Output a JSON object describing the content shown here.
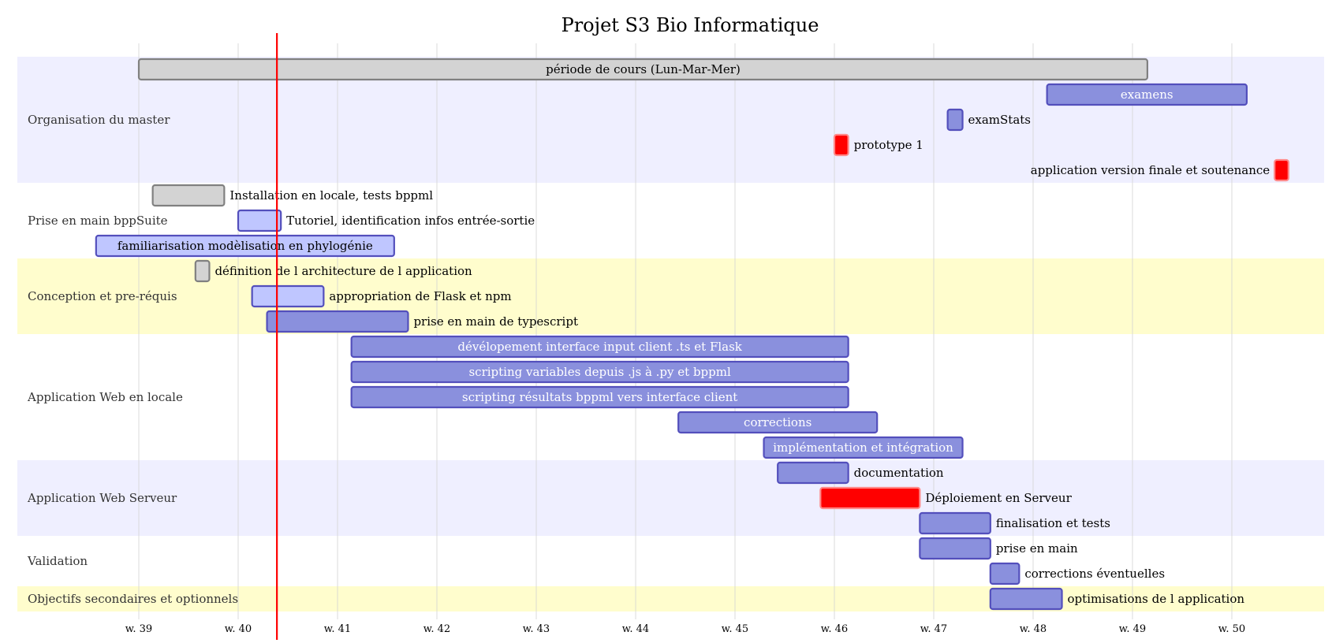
{
  "chart_data": {
    "type": "gantt",
    "title": "Projet S3 Bio Informatique",
    "x_axis": {
      "unit": "week",
      "ticks": [
        "w. 39",
        "w. 40",
        "w. 41",
        "w. 42",
        "w. 43",
        "w. 44",
        "w. 45",
        "w. 46",
        "w. 47",
        "w. 48",
        "w. 49",
        "w. 50"
      ],
      "tick_values": [
        39,
        40,
        41,
        42,
        43,
        44,
        45,
        46,
        47,
        48,
        49,
        50
      ],
      "range": [
        37.77,
        51.0
      ]
    },
    "today_marker_week": 40.39,
    "colors": {
      "section_odd": "#efefff",
      "section_even": "#ffffff",
      "section_alt": "#fffdcd",
      "done_fill": "#d3d3d3",
      "done_stroke": "#808080",
      "active_fill": "#bfc6ff",
      "default_fill": "#8a90dd",
      "bar_stroke": "#534fbc",
      "critical_fill": "#ff0000",
      "critical_stroke": "#ff8888",
      "today_line": "#ff0000",
      "grid": "#d3d3d3"
    },
    "sections": [
      {
        "name": "Organisation du master",
        "band": "odd",
        "tasks": [
          {
            "label": "période de cours (Lun-Mar-Mer)",
            "start": 39.0,
            "end": 49.15,
            "status": "done",
            "label_pos": "inside"
          },
          {
            "label": "examens",
            "start": 48.14,
            "end": 50.15,
            "status": "default",
            "label_pos": "inside"
          },
          {
            "label": "examStats",
            "start": 47.14,
            "end": 47.29,
            "status": "default",
            "label_pos": "right"
          },
          {
            "label": "prototype 1",
            "start": 46.0,
            "end": 46.14,
            "status": "crit",
            "label_pos": "right"
          },
          {
            "label": "application version finale et soutenance",
            "start": 50.43,
            "end": 50.57,
            "status": "crit",
            "label_pos": "left"
          }
        ]
      },
      {
        "name": "Prise en main bppSuite",
        "band": "even",
        "tasks": [
          {
            "label": "Installation en locale, tests bppml",
            "start": 39.14,
            "end": 39.86,
            "status": "done",
            "label_pos": "right"
          },
          {
            "label": "Tutoriel, identification infos entrée-sortie",
            "start": 40.0,
            "end": 40.43,
            "status": "active",
            "label_pos": "right"
          },
          {
            "label": "familiarisation modèlisation en phylogénie",
            "start": 38.57,
            "end": 41.57,
            "status": "active",
            "label_pos": "inside"
          }
        ]
      },
      {
        "name": "Conception et pre-réquis",
        "band": "alt",
        "tasks": [
          {
            "label": "définition de l architecture de l application",
            "start": 39.57,
            "end": 39.71,
            "status": "done",
            "label_pos": "right"
          },
          {
            "label": "appropriation de Flask et npm",
            "start": 40.14,
            "end": 40.86,
            "status": "active",
            "label_pos": "right"
          },
          {
            "label": "prise en main de typescript",
            "start": 40.29,
            "end": 41.71,
            "status": "default",
            "label_pos": "right"
          }
        ]
      },
      {
        "name": "Application Web en locale",
        "band": "even",
        "tasks": [
          {
            "label": "dévélopement interface input client .ts et Flask",
            "start": 41.14,
            "end": 46.14,
            "status": "default",
            "label_pos": "inside"
          },
          {
            "label": "scripting variables depuis .js à .py et bppml",
            "start": 41.14,
            "end": 46.14,
            "status": "default",
            "label_pos": "inside"
          },
          {
            "label": "scripting résultats bppml vers interface client",
            "start": 41.14,
            "end": 46.14,
            "status": "default",
            "label_pos": "inside"
          },
          {
            "label": "corrections",
            "start": 44.43,
            "end": 46.43,
            "status": "default",
            "label_pos": "inside"
          },
          {
            "label": "implémentation et intégration",
            "start": 45.29,
            "end": 47.29,
            "status": "default",
            "label_pos": "inside"
          }
        ]
      },
      {
        "name": "Application Web Serveur",
        "band": "odd",
        "tasks": [
          {
            "label": "documentation",
            "start": 45.43,
            "end": 46.14,
            "status": "default",
            "label_pos": "right"
          },
          {
            "label": "Déploiement en Serveur",
            "start": 45.86,
            "end": 46.86,
            "status": "crit",
            "label_pos": "right"
          },
          {
            "label": "finalisation et tests",
            "start": 46.86,
            "end": 47.57,
            "status": "default",
            "label_pos": "right"
          }
        ]
      },
      {
        "name": "Validation",
        "band": "even",
        "tasks": [
          {
            "label": "prise en main",
            "start": 46.86,
            "end": 47.57,
            "status": "default",
            "label_pos": "right"
          },
          {
            "label": "corrections éventuelles",
            "start": 47.57,
            "end": 47.86,
            "status": "default",
            "label_pos": "right"
          }
        ]
      },
      {
        "name": "Objectifs secondaires et optionnels",
        "band": "alt",
        "tasks": [
          {
            "label": "optimisations de l application",
            "start": 47.57,
            "end": 48.29,
            "status": "default",
            "label_pos": "right"
          }
        ]
      }
    ]
  }
}
